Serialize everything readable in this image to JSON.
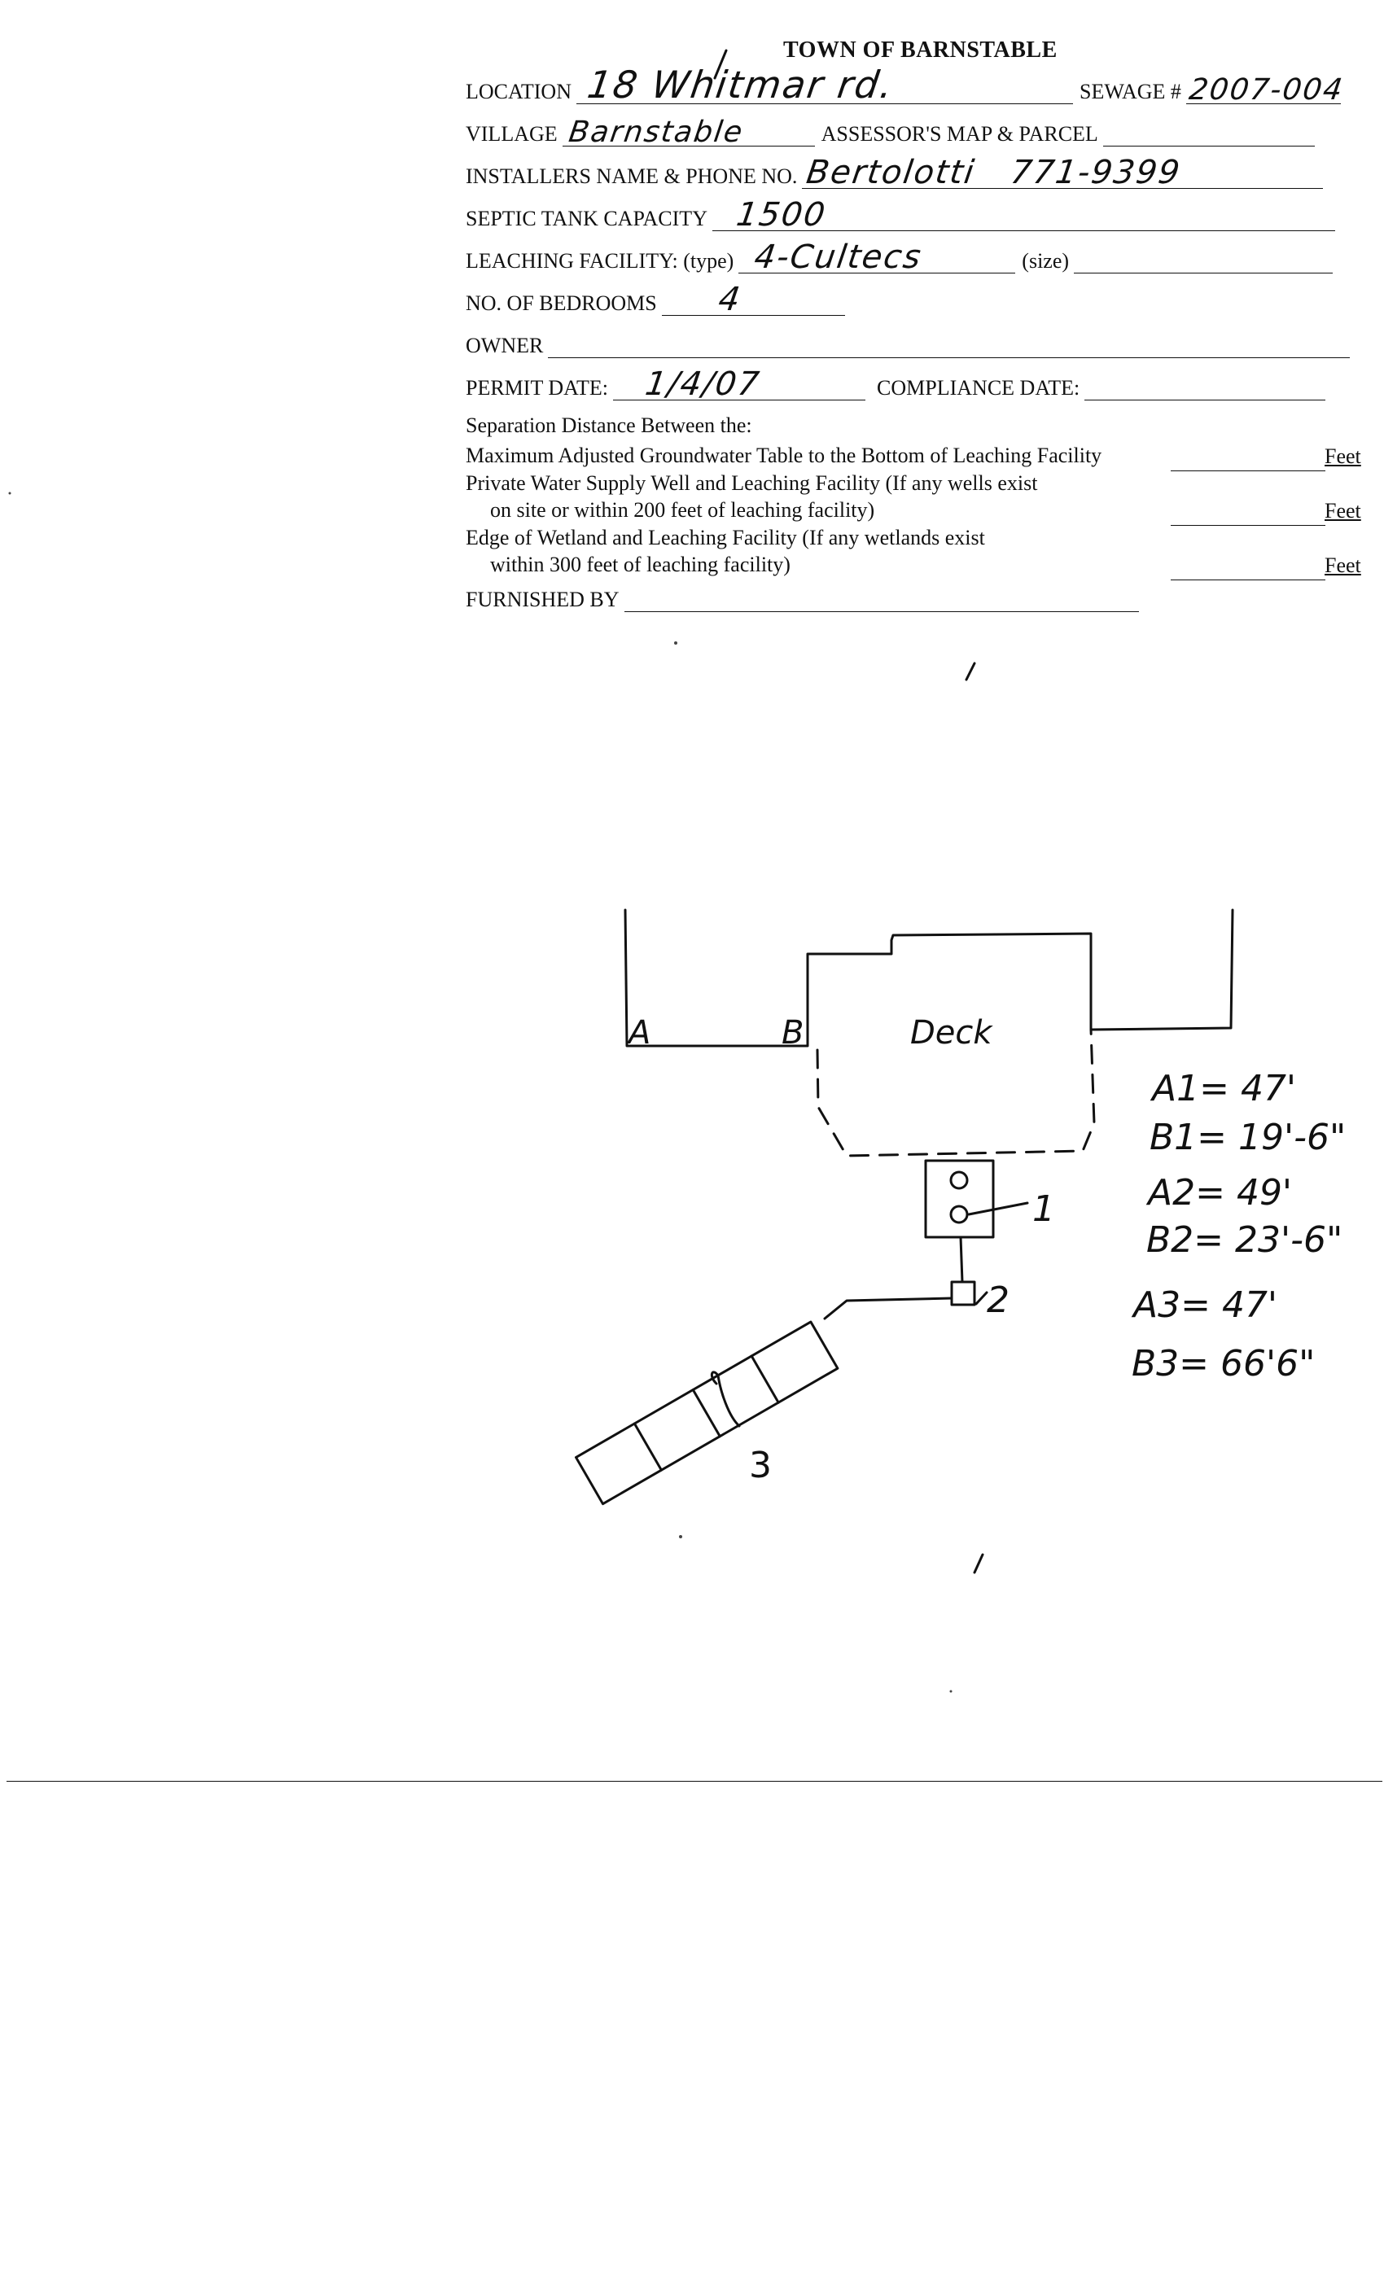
{
  "form": {
    "title": "TOWN OF BARNSTABLE",
    "location_label": "LOCATION",
    "location_value": "18 Whitmar rd.",
    "sewage_label": "SEWAGE #",
    "sewage_value": "2007-004",
    "village_label": "VILLAGE",
    "village_value": "Barnstable",
    "assessor_label": "ASSESSOR'S MAP & PARCEL",
    "assessor_value": "",
    "installer_label": "INSTALLERS NAME & PHONE NO.",
    "installer_value": "Bertolotti   771-9399",
    "septic_label": "SEPTIC TANK CAPACITY",
    "septic_value": "1500",
    "leaching_label": "LEACHING FACILITY: (type)",
    "leaching_value": "4-Cultecs",
    "size_label": "(size)",
    "size_value": "",
    "bedrooms_label": "NO. OF BEDROOMS",
    "bedrooms_value": "4",
    "owner_label": "OWNER",
    "owner_value": "",
    "permit_label": "PERMIT DATE:",
    "permit_value": "1/4/07",
    "compliance_label": "COMPLIANCE DATE:",
    "compliance_value": "",
    "furnished_label": "FURNISHED BY",
    "furnished_value": ""
  },
  "separation": {
    "title": "Separation Distance Between the:",
    "line1": "Maximum Adjusted Groundwater Table to the Bottom of Leaching Facility",
    "line2a": "Private Water Supply Well and Leaching Facility (If any wells exist",
    "line2b": "on site or within 200 feet of leaching facility)",
    "line3a": "Edge of Wetland and Leaching Facility (If any wetlands exist",
    "line3b": "within 300 feet of leaching facility)",
    "unit": "Feet"
  },
  "sketch": {
    "label_a": "A",
    "label_b": "B",
    "deck": "Deck",
    "tank_num": "1",
    "dbox_num": "2",
    "field_num": "3",
    "measurements": [
      "A1= 47'",
      "B1= 19'-6\"",
      "A2= 49'",
      "B2= 23'-6\"",
      "A3= 47'",
      "B3= 66'6\""
    ]
  }
}
